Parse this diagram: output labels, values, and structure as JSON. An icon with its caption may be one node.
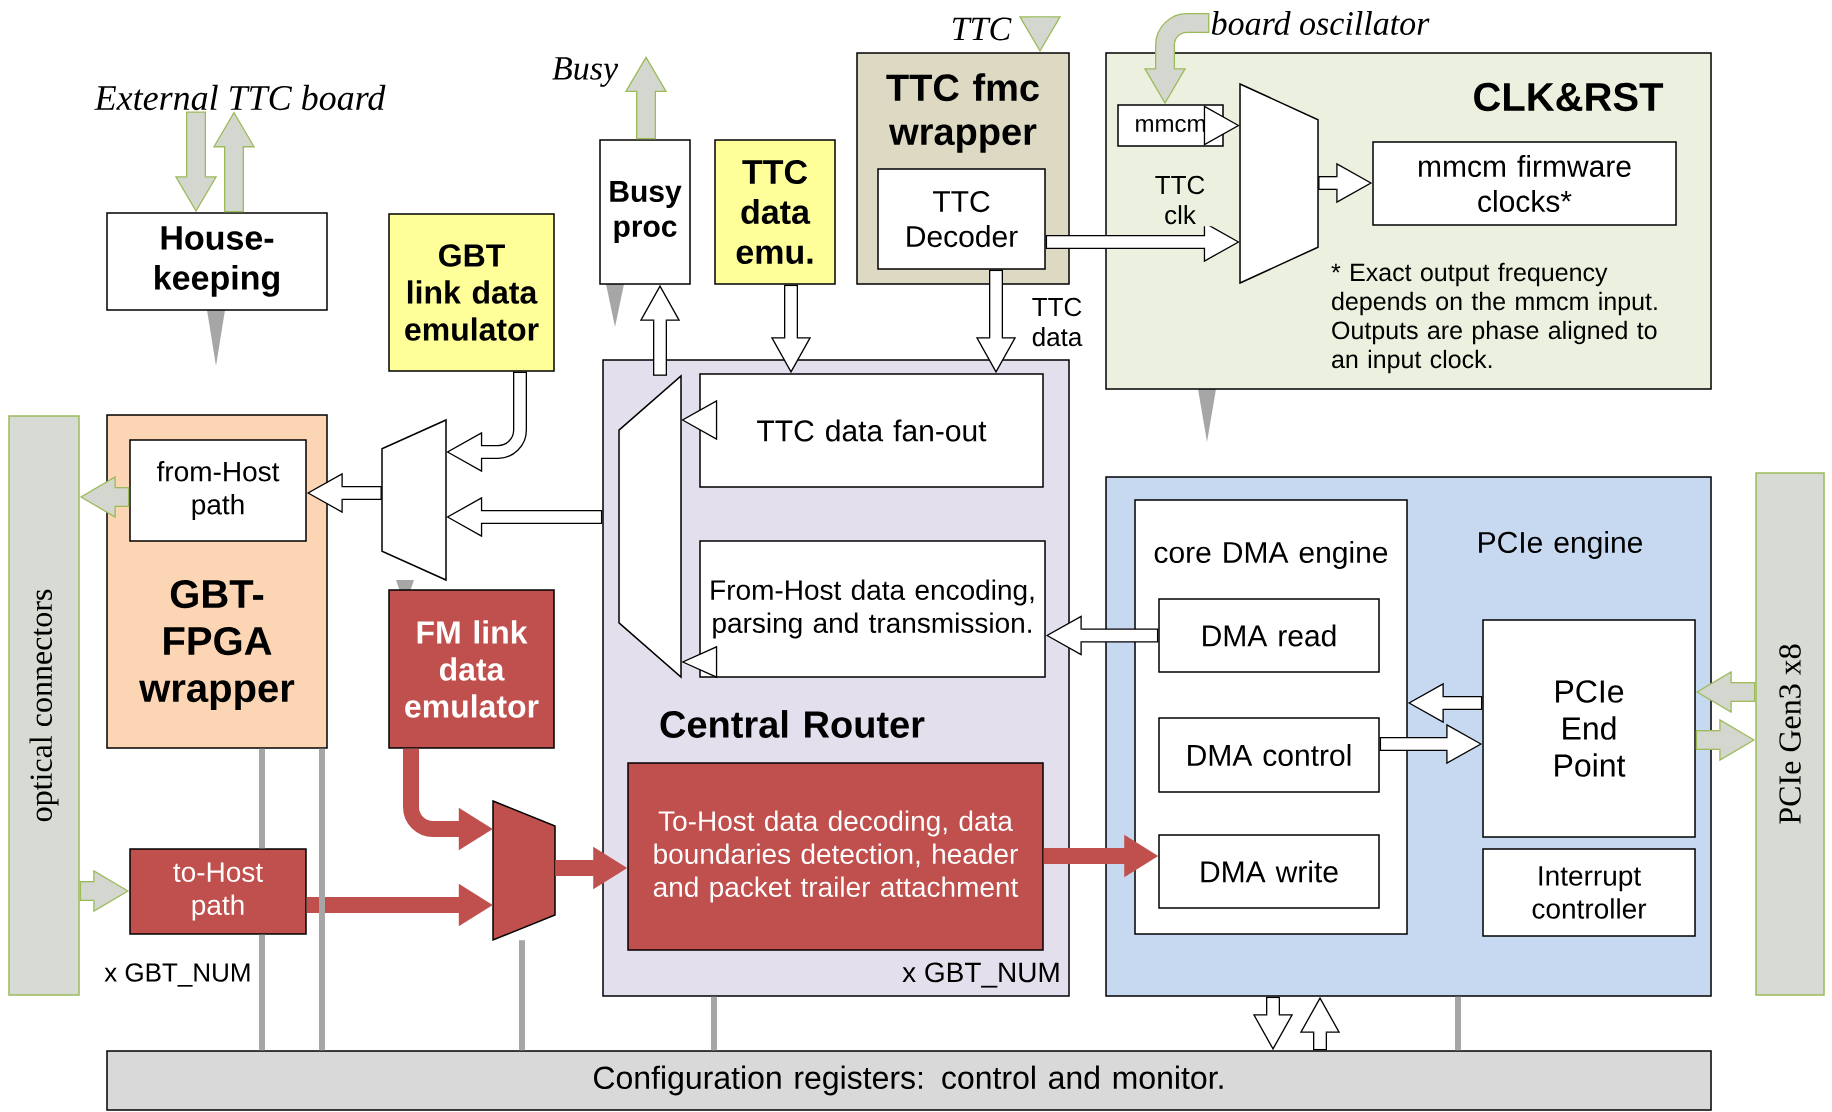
{
  "diagram": {
    "nodes": [
      {
        "text": [
          "External TTC board"
        ]
      },
      {
        "text": [
          "House-keeping"
        ]
      },
      {
        "text": [
          "GBT link data emulator"
        ]
      },
      {
        "text": [
          "Busy"
        ]
      },
      {
        "text": [
          "Busy proc"
        ]
      },
      {
        "text": [
          "TTC data emu."
        ]
      },
      {
        "text": [
          "TTC"
        ]
      },
      {
        "text": [
          "TTC fmc wrapper"
        ]
      },
      {
        "text": [
          "TTC Decoder"
        ],
        "in": 7
      },
      {
        "text": [
          "board oscillator"
        ]
      },
      {
        "text": [
          "CLK&RST",
          "* Exact output frequency depends on the mmcm input. Outputs are phase aligned to an input clock."
        ]
      },
      {
        "text": [
          "mmcm"
        ],
        "in": 10
      },
      {
        "text": [],
        "shape": "trapezoid",
        "in": 10
      },
      {
        "text": [
          "mmcm firmware clocks*"
        ],
        "in": 10
      },
      {
        "text": [
          "optical connectors"
        ]
      },
      {
        "text": [
          "GBT-FPGA wrapper"
        ]
      },
      {
        "text": [
          "from-Host path"
        ],
        "in": 15
      },
      {
        "text": [],
        "shape": "trapezoid"
      },
      {
        "text": [
          "FM link data emulator"
        ]
      },
      {
        "text": [
          "to-Host path"
        ],
        "beside": [
          "x GBT_NUM"
        ]
      },
      {
        "text": [],
        "shape": "trapezoid"
      },
      {
        "text": [
          "Central Router",
          "x GBT_NUM"
        ]
      },
      {
        "text": [],
        "shape": "trapezoid",
        "in": 21
      },
      {
        "text": [
          "TTC data fan-out"
        ],
        "in": 21
      },
      {
        "text": [
          "From-Host data encoding, parsing and transmission."
        ],
        "in": 21
      },
      {
        "text": [
          "To-Host data decoding, data boundaries detection, header and packet trailer attachment"
        ],
        "in": 21
      },
      {
        "text": [
          "PCIe engine"
        ]
      },
      {
        "text": [
          "core DMA engine"
        ],
        "in": 26
      },
      {
        "text": [
          "DMA read"
        ],
        "in": 27
      },
      {
        "text": [
          "DMA control"
        ],
        "in": 27
      },
      {
        "text": [
          "DMA write"
        ],
        "in": 27
      },
      {
        "text": [
          "PCIe End Point"
        ],
        "in": 26
      },
      {
        "text": [
          "Interrupt controller"
        ],
        "in": 26
      },
      {
        "text": [
          "PCIe Gen3 x8"
        ]
      },
      {
        "text": [
          "Configuration registers: control and monitor."
        ]
      }
    ],
    "edges": [
      {
        "from": 0,
        "to": 1,
        "arrow": "to",
        "color": "#d4d7d0"
      },
      {
        "from": 1,
        "to": 0,
        "arrow": "to",
        "color": "#d4d7d0"
      },
      {
        "from": 4,
        "to": 3,
        "arrow": "to",
        "color": "#d4d7d0"
      },
      {
        "from": 6,
        "to": 7,
        "arrow": "to",
        "color": "#d4d7d0"
      },
      {
        "from": 9,
        "to": 11,
        "arrow": "to",
        "color": "#d4d7d0"
      },
      {
        "from": 2,
        "to": 17,
        "arrow": "to"
      },
      {
        "from": 17,
        "to": 16,
        "arrow": "to"
      },
      {
        "from": 21,
        "to": 17,
        "arrow": "to"
      },
      {
        "from": 16,
        "to": 14,
        "arrow": "to",
        "color": "#d4d7d0"
      },
      {
        "from": 14,
        "to": 19,
        "arrow": "to",
        "color": "#d4d7d0"
      },
      {
        "from": 22,
        "to": 4,
        "arrow": "to"
      },
      {
        "from": 5,
        "to": 23,
        "arrow": "to"
      },
      {
        "from": 8,
        "to": 23,
        "arrow": "to",
        "label": "TTC data"
      },
      {
        "from": 8,
        "to": 12,
        "arrow": "to",
        "label": "TTC clk"
      },
      {
        "from": 11,
        "to": 12,
        "arrow": "to"
      },
      {
        "from": 12,
        "to": 13,
        "arrow": "to"
      },
      {
        "from": 23,
        "to": 22,
        "arrow": "to"
      },
      {
        "from": 24,
        "to": 22,
        "arrow": "to"
      },
      {
        "from": 28,
        "to": 24,
        "arrow": "to"
      },
      {
        "from": 18,
        "to": 20,
        "arrow": "to",
        "color": "#c0504d"
      },
      {
        "from": 19,
        "to": 20,
        "arrow": "to",
        "color": "#c0504d"
      },
      {
        "from": 20,
        "to": 25,
        "arrow": "to",
        "color": "#c0504d"
      },
      {
        "from": 25,
        "to": 30,
        "arrow": "to",
        "color": "#c0504d"
      },
      {
        "from": 31,
        "to": 27,
        "arrow": "to"
      },
      {
        "from": 29,
        "to": 31,
        "arrow": "to"
      },
      {
        "from": 33,
        "to": 31,
        "arrow": "to",
        "color": "#d4d7d0"
      },
      {
        "from": 31,
        "to": 33,
        "arrow": "to",
        "color": "#d4d7d0"
      },
      {
        "from": 26,
        "to": 34,
        "arrow": "to"
      },
      {
        "from": 34,
        "to": 26,
        "arrow": "to"
      },
      {
        "from": 15,
        "to": 19,
        "arrow": "none",
        "color": "#a6a6a6"
      },
      {
        "from": 19,
        "to": 34,
        "arrow": "none",
        "color": "#a6a6a6"
      },
      {
        "from": 15,
        "to": 34,
        "arrow": "none",
        "color": "#a6a6a6"
      },
      {
        "from": 20,
        "to": 34,
        "arrow": "none",
        "color": "#a6a6a6"
      },
      {
        "from": 21,
        "to": 34,
        "arrow": "none",
        "color": "#a6a6a6"
      },
      {
        "from": 26,
        "to": 34,
        "arrow": "none",
        "color": "#a6a6a6"
      }
    ]
  }
}
